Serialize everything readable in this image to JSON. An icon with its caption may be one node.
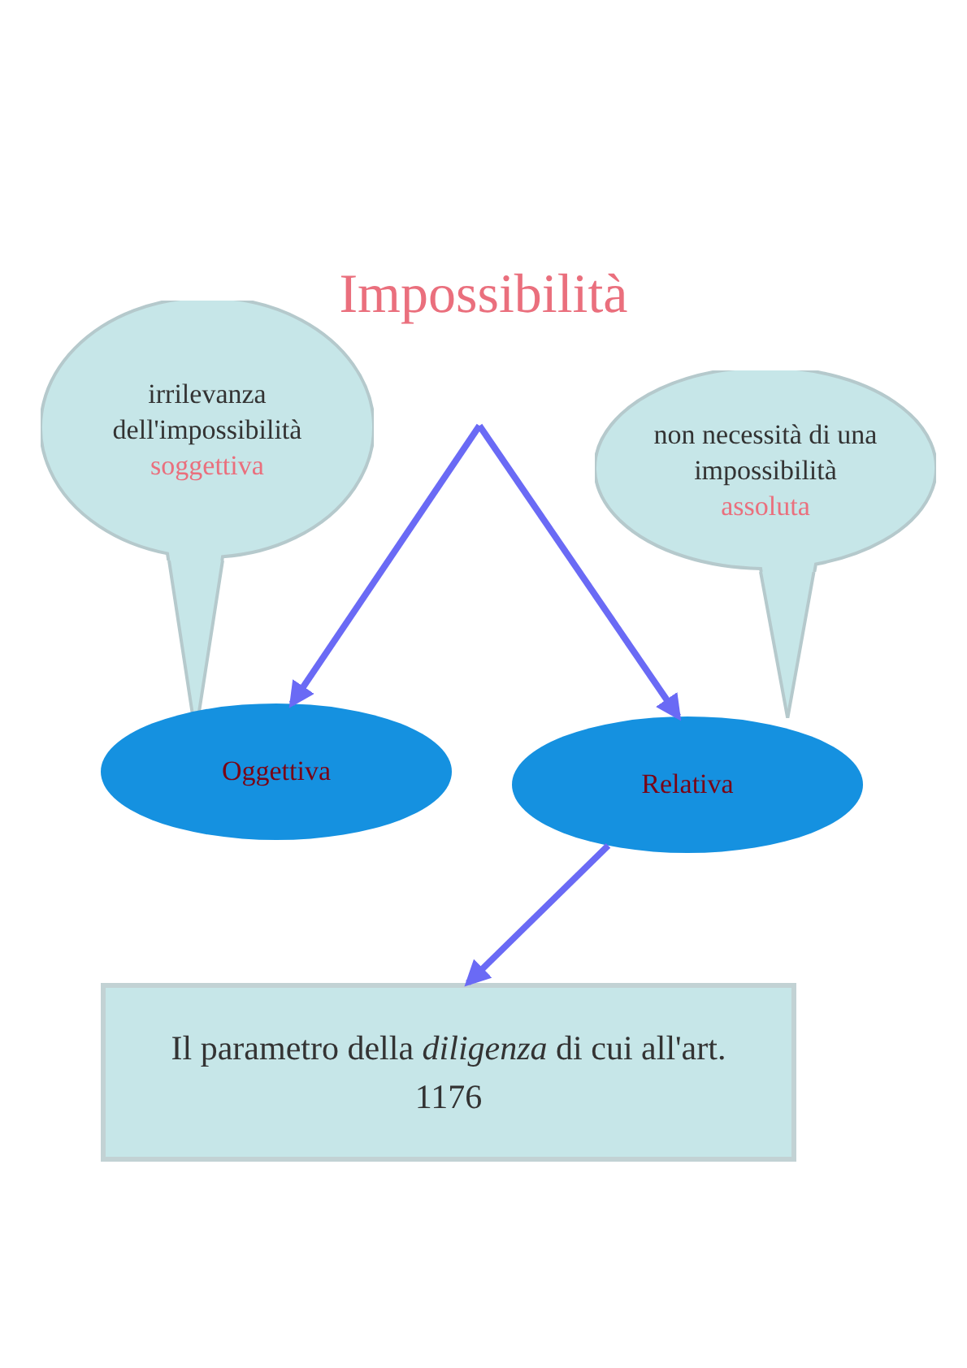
{
  "diagram": {
    "title": "Impossibilità",
    "nodes": [
      {
        "text": [
          "irrilevanza dell'impossibilità",
          "soggettiva"
        ]
      },
      {
        "text": [
          "non necessità di una impossibilità",
          "assoluta"
        ]
      },
      {
        "text": [
          "Oggettiva"
        ]
      },
      {
        "text": [
          "Relativa"
        ]
      },
      {
        "text": [
          "Il parametro della *diligenza* di cui all'art. 1176"
        ]
      }
    ],
    "edges": [
      {
        "from": null,
        "to": 2,
        "arrow": "to"
      },
      {
        "from": null,
        "to": 3,
        "arrow": "to"
      },
      {
        "from": 3,
        "to": 4,
        "arrow": "to"
      }
    ]
  }
}
